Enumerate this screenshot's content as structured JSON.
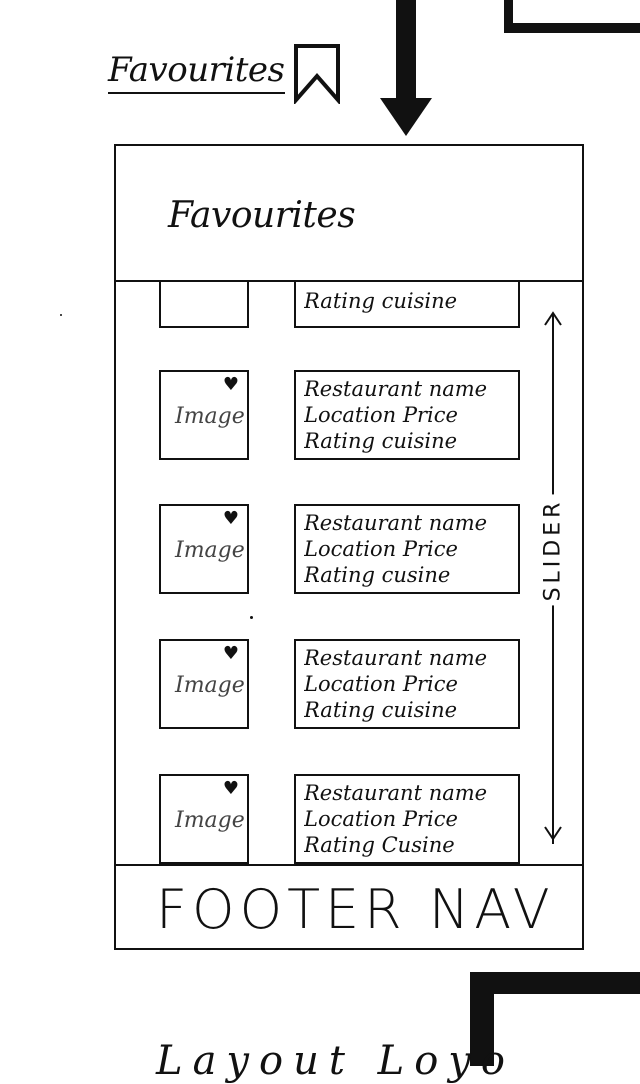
{
  "page_title": "Favourites",
  "header": {
    "label": "Favourites"
  },
  "footer": {
    "label": "FOOTER NAV"
  },
  "slider": {
    "label": "SLIDER"
  },
  "list": {
    "items": [
      {
        "image": "",
        "line1": "Rating cuisine",
        "line2": "",
        "line3": ""
      },
      {
        "image": "Image",
        "line1": "Restaurant name",
        "line2": "Location  Price",
        "line3": "Rating  cuisine"
      },
      {
        "image": "Image",
        "line1": "Restaurant name",
        "line2": "Location   Price",
        "line3": "Rating  cusine"
      },
      {
        "image": "Image",
        "line1": "Restaurant name",
        "line2": "Location  Price",
        "line3": "Rating    cuisine"
      },
      {
        "image": "Image",
        "line1": "Restaurant name",
        "line2": "Location   Price",
        "line3": "Rating    Cusine"
      }
    ]
  },
  "bottom_fragment": "Layout  Loyo",
  "icons": {
    "bookmark": "bookmark-icon",
    "heart": "heart-icon",
    "arrow": "down-arrow-icon"
  }
}
